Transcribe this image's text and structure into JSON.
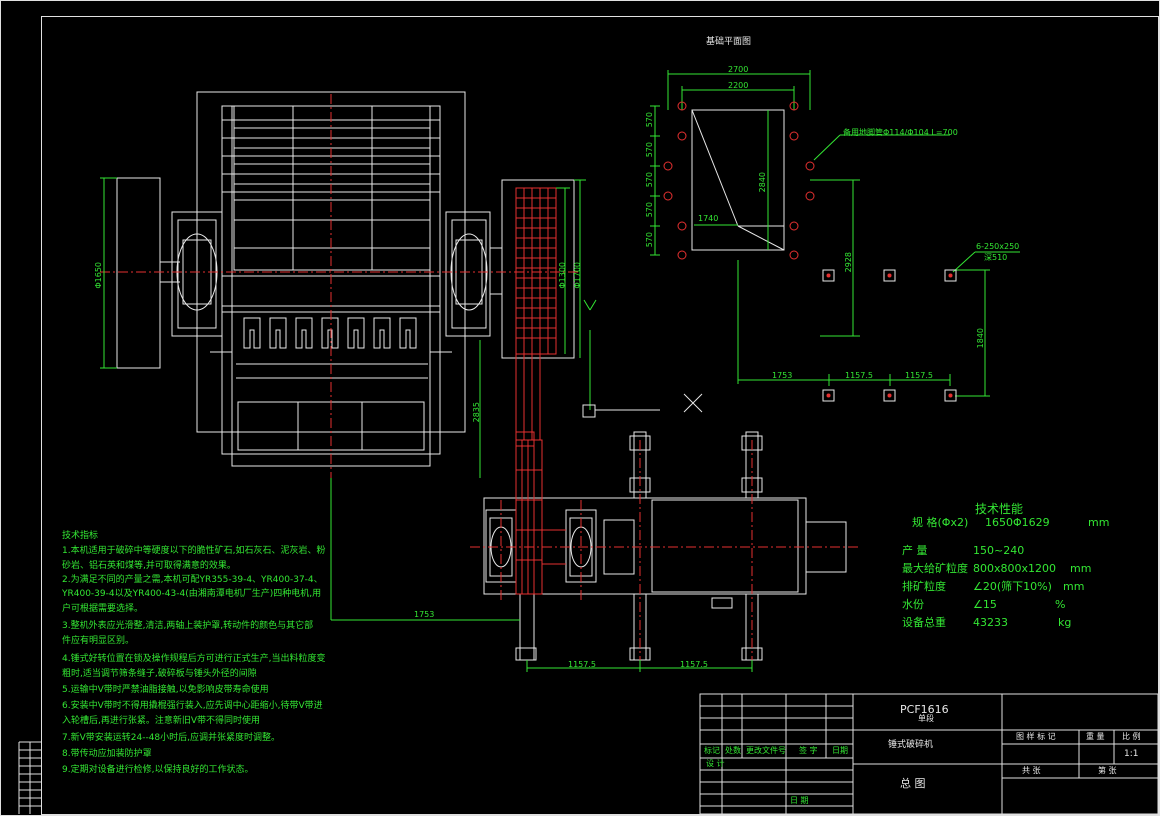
{
  "foundation_plan": {
    "title": "基础平面图",
    "dim_top_outer": "2700",
    "dim_top_inner": "2200",
    "dim_row_1": "570",
    "dim_row_2": "570",
    "dim_row_3": "570",
    "dim_row_4": "570",
    "dim_row_5": "570",
    "dim_inner_h": "1740",
    "dim_inner_v": "2840",
    "dim_right_v1": "2928",
    "dim_right_v2": "1840",
    "dim_bottom_1": "1753",
    "dim_bottom_2": "1157.5",
    "dim_bottom_3": "1157.5",
    "pipe_note": "备用地脚管Φ114/Φ104  L=700",
    "hole_note_1": "6-250x250",
    "hole_note_2": "深510"
  },
  "front_view": {
    "dim_rotor": "Φ1650",
    "dim_pulley_1": "Φ1300",
    "dim_pulley_2": "Φ1700",
    "dim_center": "2835"
  },
  "top_view": {
    "dim_left": "1753",
    "dim_bottom_1": "1157.5",
    "dim_bottom_2": "1157.5"
  },
  "specs": {
    "title": "技术性能",
    "rows": [
      {
        "label": "规 格(Φx2)",
        "value": "1650Φ1629",
        "unit": "mm"
      },
      {
        "label": "产  量",
        "value": "150~240",
        "unit": ""
      },
      {
        "label": "最大给矿粒度",
        "value": "800x800x1200",
        "unit": "mm"
      },
      {
        "label": "排矿粒度",
        "value": "∠20(筛下10%)",
        "unit": "mm"
      },
      {
        "label": "水份",
        "value": "∠15",
        "unit": "%"
      },
      {
        "label": "设备总重",
        "value": "43233",
        "unit": "kg"
      }
    ]
  },
  "notes": {
    "title": "技术指标",
    "lines": [
      "1.本机适用于破碎中等硬度以下的脆性矿石,如石灰石、泥灰岩、粉",
      "砂岩、铝石英和煤等,并可取得满意的效果。",
      "2.为满足不同的产量之需,本机可配YR355-39-4、YR400-37-4、",
      "YR400-39-4以及YR400-43-4(由湘南潭电机厂生产)四种电机,用",
      "户可根据需要选择。",
      "3.整机外表应光滑整,清洁,两轴上装护罩,转动件的颜色与其它部",
      "件应有明显区别。",
      "4.锤式好转位置在锁及操作规程后方可进行正式生产,当出料粒度变",
      "粗时,适当调节筛条缝子,破碎板与锤头外径的间隙",
      "5.运输中V带时严禁油脂接触,以免影响皮带寿命使用",
      "6.安装中V带时不得用撬棍强行装入,应先调中心距缩小,待带V带进",
      "入轮槽后,再进行张紧。注意新旧V带不得同时使用",
      "7.新V带安装运转24--48小时后,应调并张紧度时调整。",
      "8.带传动应加装防护罩",
      "9.定期对设备进行检修,以保持良好的工作状态。"
    ]
  },
  "title_block": {
    "model": "PCF1616",
    "model_sub": "单段",
    "name": "锤式破碎机",
    "drawing": "总  图",
    "scale": "1:1",
    "h_stage": "图 样 标 记",
    "h_weight": "重 量",
    "h_scale": "比 例",
    "h_sheet_1": "共    张",
    "h_sheet_2": "第    张",
    "rev_1": "标记",
    "rev_2": "处数",
    "rev_3": "更改文件号",
    "rev_4": "签 字",
    "rev_5": "日期",
    "designer": "设 计",
    "date": "日 期"
  }
}
